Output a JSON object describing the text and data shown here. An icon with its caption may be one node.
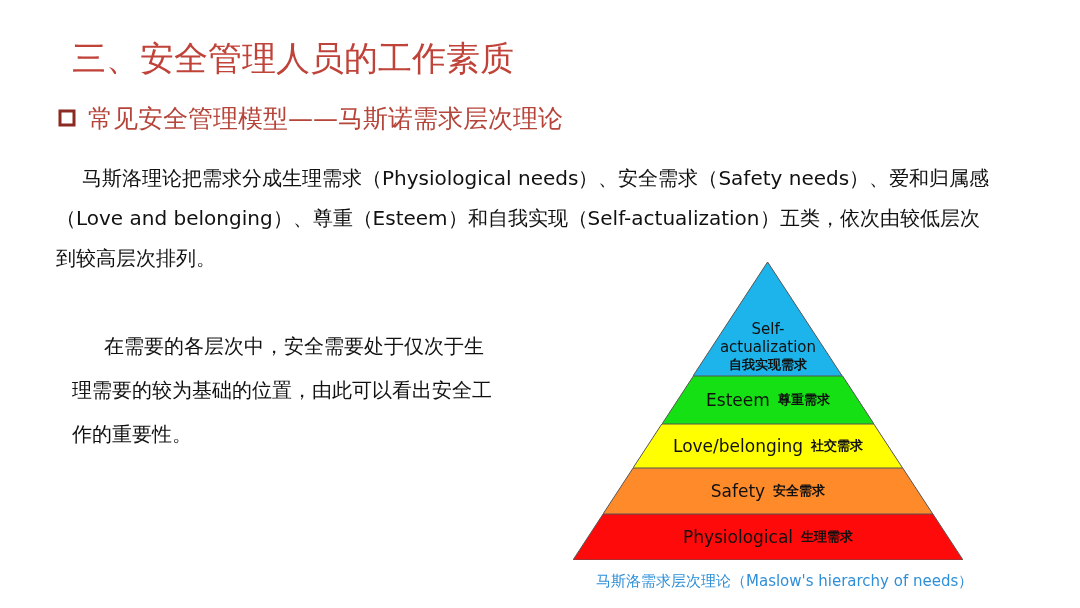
{
  "diagram": {
    "title": "三、安全管理人员的工作素质",
    "caption": "马斯洛需求层次理论（Maslow's hierarchy of needs）",
    "nodes": [
      {
        "text": [
          "Self-actualization",
          "自我实现需求"
        ]
      },
      {
        "text": [
          "Esteem",
          "尊重需求"
        ]
      },
      {
        "text": [
          "Love/belonging",
          "社交需求"
        ]
      },
      {
        "text": [
          "Safety",
          "安全需求"
        ]
      },
      {
        "text": [
          "Physiological",
          "生理需求"
        ]
      }
    ],
    "edges": [],
    "labels": [
      "常见安全管理模型——马斯诺需求层次理论",
      "马斯洛理论把需求分成生理需求（Physiological needs）、安全需求（Safety needs）、爱和归属感（Love and belonging）、尊重（Esteem）和自我实现（Self-actualization）五类，依次由较低层次到较高层次排列。",
      "在需要的各层次中，安全需要处于仅次于生理需要的较为基础的位置，由此可以看出安全工作的重要性。"
    ]
  }
}
